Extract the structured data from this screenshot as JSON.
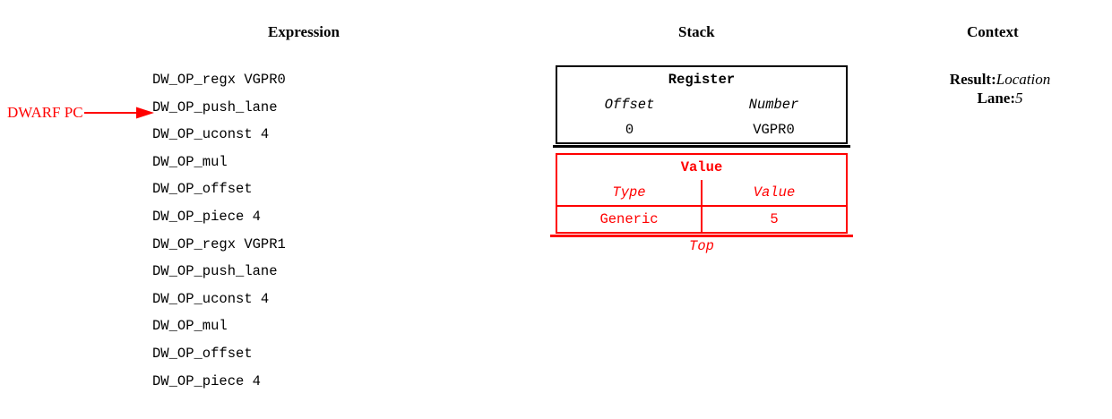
{
  "headings": {
    "expression": "Expression",
    "stack": "Stack",
    "context": "Context"
  },
  "pointer": {
    "label": "DWARF PC",
    "icon": "right-arrow-icon",
    "color": "#ff0000",
    "points_at_line_index": 2
  },
  "expression": {
    "lines": [
      "DW_OP_regx VGPR0",
      "DW_OP_push_lane",
      "DW_OP_uconst 4",
      "DW_OP_mul",
      "DW_OP_offset",
      "DW_OP_piece 4",
      "DW_OP_regx VGPR1",
      "DW_OP_push_lane",
      "DW_OP_uconst 4",
      "DW_OP_mul",
      "DW_OP_offset",
      "DW_OP_piece 4"
    ]
  },
  "stack": {
    "top_label": "Top",
    "entries": [
      {
        "title": "Register",
        "color": "#000000",
        "columns": [
          "Offset",
          "Number"
        ],
        "values": [
          "0",
          "VGPR0"
        ]
      },
      {
        "title": "Value",
        "color": "#ff0000",
        "columns": [
          "Type",
          "Value"
        ],
        "values": [
          "Generic",
          "5"
        ]
      }
    ]
  },
  "context": {
    "rows": [
      {
        "key": "Result:",
        "value": "Location"
      },
      {
        "key": "Lane:",
        "value": "5"
      }
    ]
  }
}
